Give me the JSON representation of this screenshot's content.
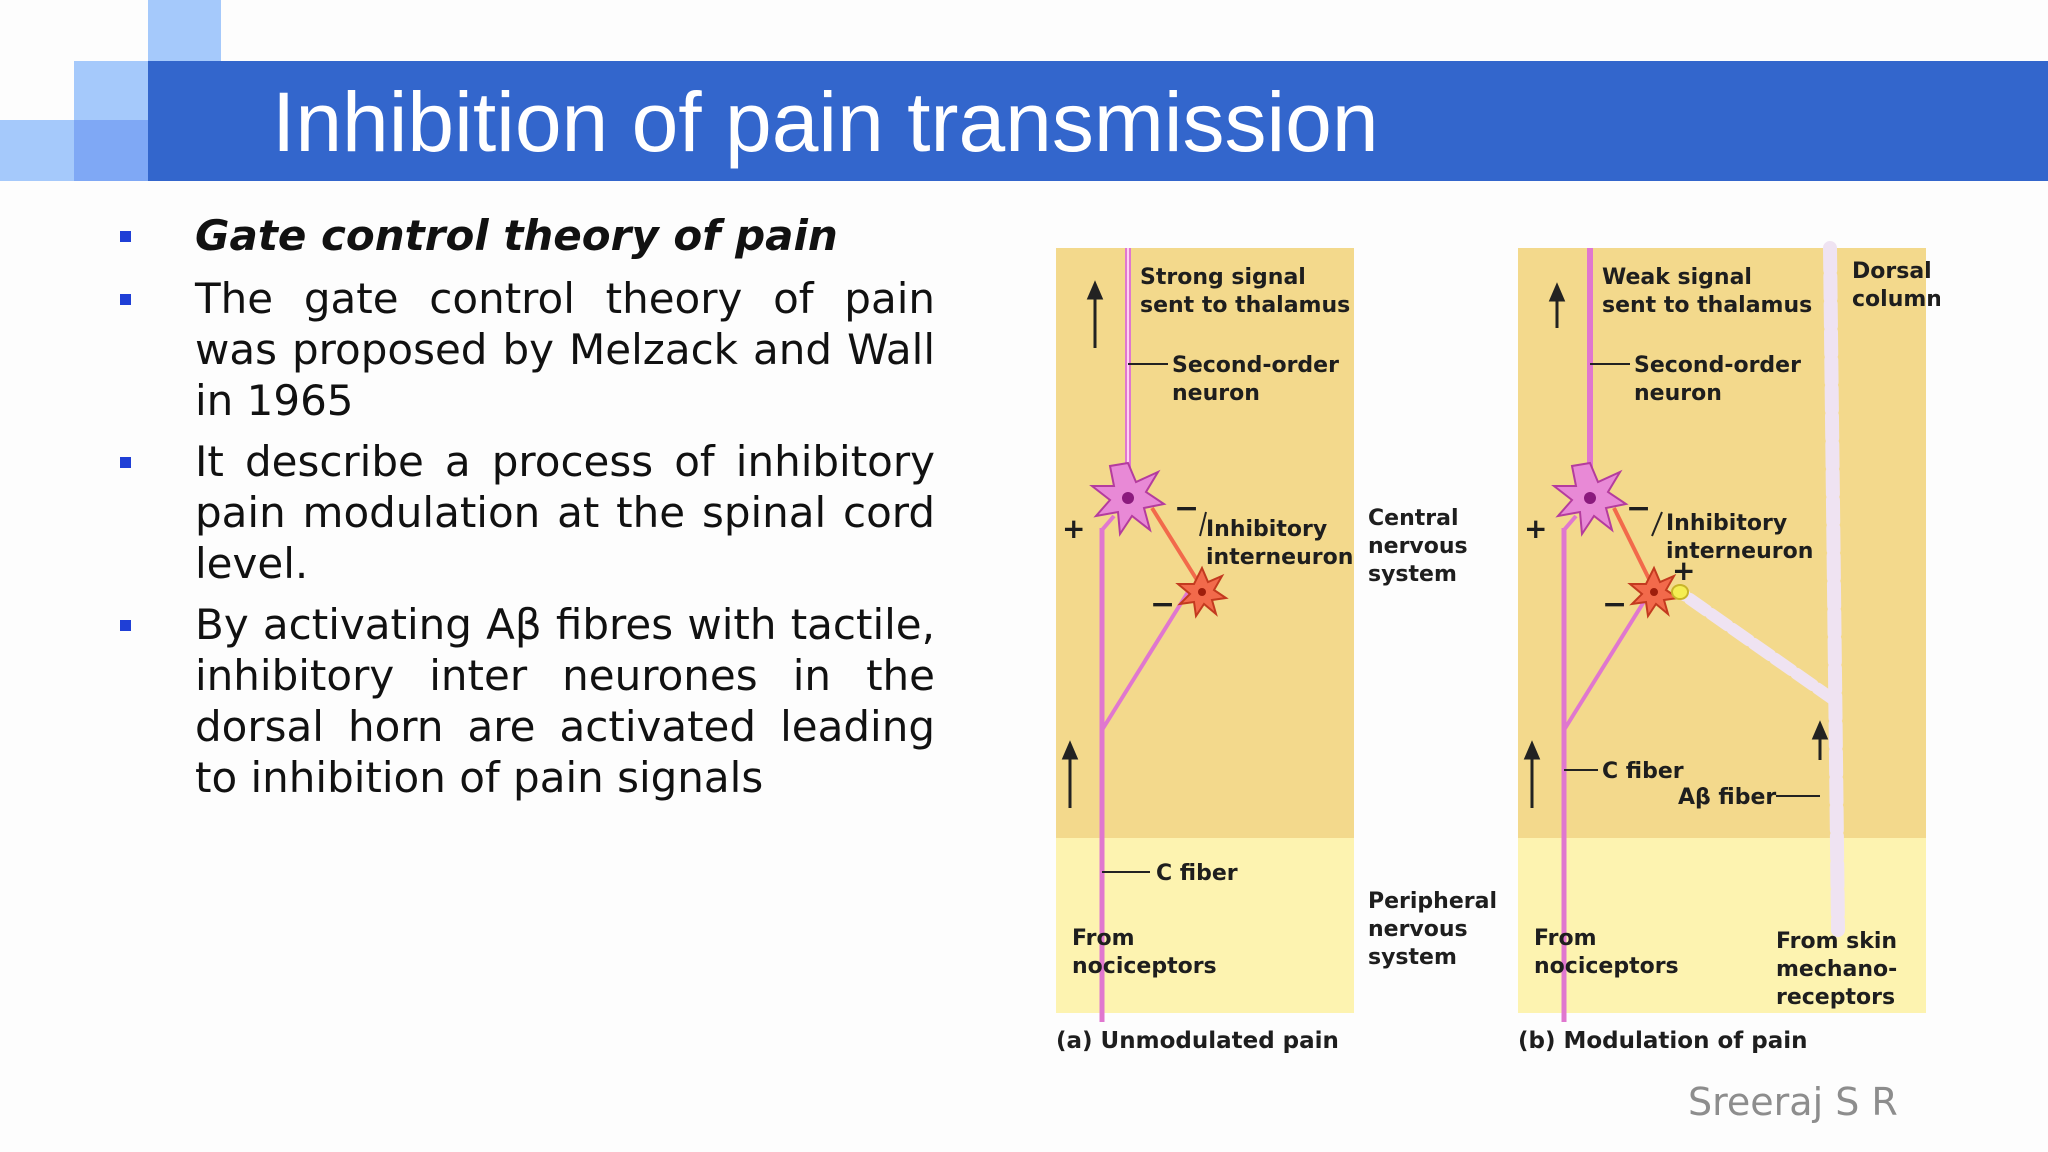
{
  "slide": {
    "title": "Inhibition of pain transmission",
    "bullets": [
      {
        "text": "Gate control theory of pain",
        "style": "bold-italic"
      },
      {
        "text": "The gate control theory of pain was proposed by Melzack and Wall in 1965"
      },
      {
        "text": "It describe a process of inhibitory pain modulation at the spinal cord level."
      },
      {
        "text": "By activating Aβ fibres with tactile, inhibitory inter neurones in the dorsal horn are activated leading to inhibition of pain signals"
      }
    ],
    "footer": "Sreeraj S R"
  },
  "diagram": {
    "panel_a": {
      "caption": "(a) Unmodulated pain",
      "signal_label": [
        "Strong signal",
        "sent to thalamus"
      ],
      "second_order": [
        "Second-order",
        "neuron"
      ],
      "interneuron": [
        "Inhibitory",
        "interneuron"
      ],
      "c_fiber": "C fiber",
      "from": [
        "From",
        "nociceptors"
      ],
      "plus": "+",
      "minus": "−"
    },
    "panel_b": {
      "caption": "(b) Modulation of pain",
      "signal_label": [
        "Weak signal",
        "sent to thalamus"
      ],
      "dorsal_columns": [
        "Dorsal",
        "columns"
      ],
      "second_order": [
        "Second-order",
        "neuron"
      ],
      "interneuron": [
        "Inhibitory",
        "interneuron"
      ],
      "c_fiber": "C fiber",
      "ab_fiber": "Aβ fiber",
      "from": [
        "From",
        "nociceptors"
      ],
      "from_skin": [
        "From skin",
        "mechano-",
        "receptors"
      ],
      "plus": "+",
      "minus": "−"
    },
    "middle": {
      "cns": [
        "Central",
        "nervous",
        "system"
      ],
      "pns": [
        "Peripheral",
        "nervous",
        "system"
      ]
    },
    "colors": {
      "cns_region": "#f3d98c",
      "pns_region": "#fdf3b0",
      "neuron": "#e889d6",
      "interneuron": "#f26a4b",
      "title_bar": "#3366cc",
      "bullet": "#1f3fd6"
    }
  }
}
